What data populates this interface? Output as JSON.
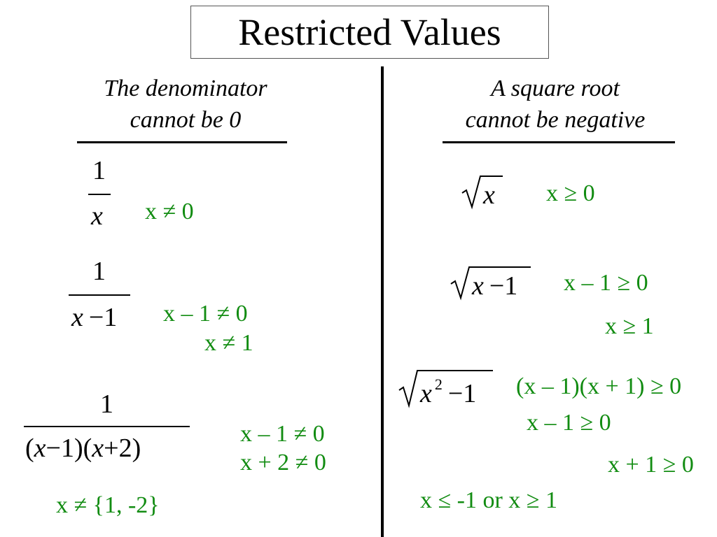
{
  "title": "Restricted Values",
  "left": {
    "heading_line1": "The denominator",
    "heading_line2": "cannot be 0",
    "items": [
      {
        "numerator": "1",
        "denominator": "x",
        "results": [
          "x ≠ 0"
        ]
      },
      {
        "numerator": "1",
        "denominator_var": "x",
        "denominator_rest": "−1",
        "results": [
          "x – 1 ≠ 0",
          "x ≠ 1"
        ]
      },
      {
        "numerator": "1",
        "denominator_p1": "(",
        "denominator_x1": "x",
        "denominator_p2": "−1)(",
        "denominator_x2": "x",
        "denominator_p3": "+2)",
        "results": [
          "x – 1 ≠ 0",
          "x + 2 ≠ 0"
        ],
        "summary": "x ≠ {1, -2}"
      }
    ]
  },
  "right": {
    "heading_line1": "A square root",
    "heading_line2": "cannot be negative",
    "items": [
      {
        "radicand_var": "x",
        "results": [
          "x ≥ 0"
        ]
      },
      {
        "radicand_var": "x",
        "radicand_rest": "−1",
        "results": [
          "x – 1 ≥ 0",
          "x ≥ 1"
        ]
      },
      {
        "radicand_var": "x",
        "radicand_exp": "2",
        "radicand_rest": "−1",
        "results": [
          "(x – 1)(x + 1) ≥ 0",
          "x – 1 ≥ 0",
          "x + 1 ≥ 0"
        ],
        "summary": "x ≤ -1 or x ≥ 1"
      }
    ]
  },
  "colors": {
    "result_text": "#128c12",
    "text": "#000000"
  }
}
